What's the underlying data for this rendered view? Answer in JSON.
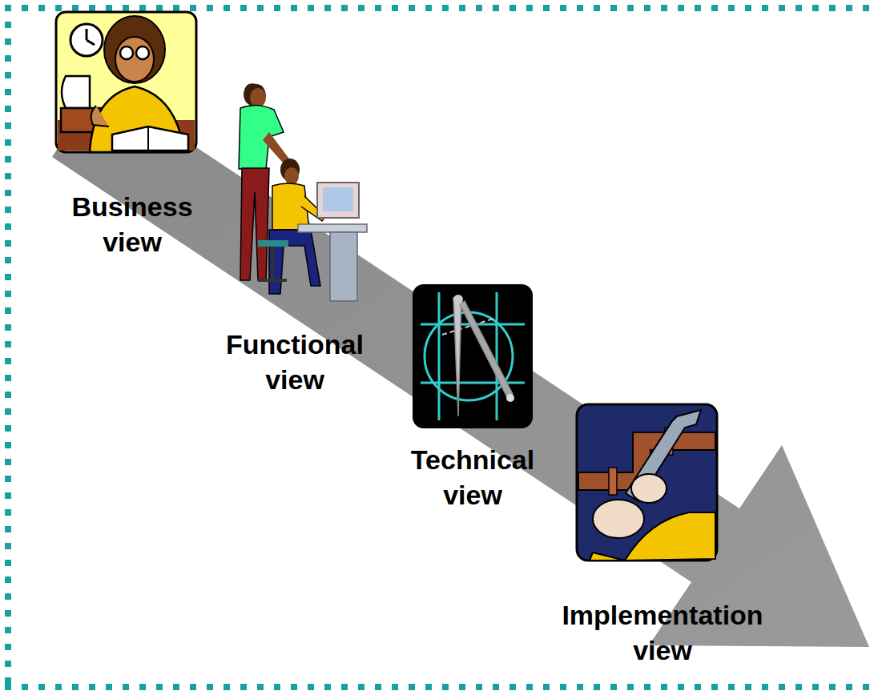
{
  "diagram": {
    "labels": [
      "Business view",
      "Functional view",
      "Technical view",
      "Implementation view"
    ]
  }
}
